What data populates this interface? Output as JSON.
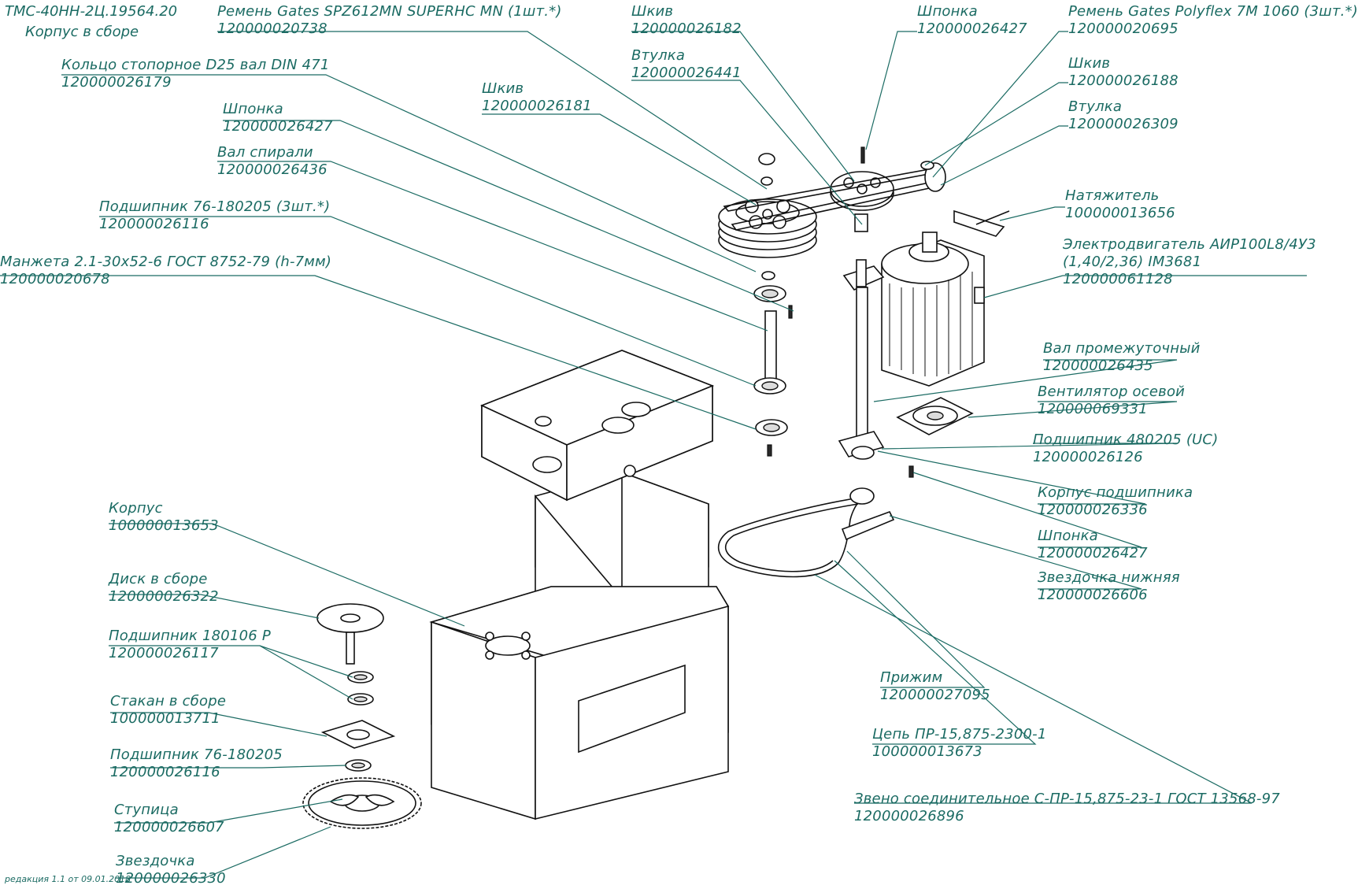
{
  "document": {
    "designation": "ТМС-40НН-2Ц.19564.20",
    "title": "Корпус в сборе",
    "revision": "редакция 1.1 от 09.01.2018"
  },
  "labels": [
    {
      "id": "belt-spz",
      "name": "Ремень Gates SPZ612MN SUPERHC MN (1шт.*)",
      "code": "120000020738"
    },
    {
      "id": "pulley-top",
      "name": "Шкив",
      "code": "120000026182"
    },
    {
      "id": "key-top",
      "name": "Шпонка",
      "code": "120000026427"
    },
    {
      "id": "belt-polyflex",
      "name": "Ремень Gates Polyflex 7M 1060 (3шт.*)",
      "code": "120000020695"
    },
    {
      "id": "retaining-ring",
      "name": "Кольцо стопорное D25 вал DIN 471",
      "code": "120000026179"
    },
    {
      "id": "bushing-top",
      "name": "Втулка",
      "code": "120000026441"
    },
    {
      "id": "pulley-motor",
      "name": "Шкив",
      "code": "120000026188"
    },
    {
      "id": "pulley-large",
      "name": "Шкив",
      "code": "120000026181"
    },
    {
      "id": "bushing-motor",
      "name": "Втулка",
      "code": "120000026309"
    },
    {
      "id": "key-left",
      "name": "Шпонка",
      "code": "120000026427"
    },
    {
      "id": "spiral-shaft",
      "name": "Вал спирали",
      "code": "120000026436"
    },
    {
      "id": "tensioner",
      "name": "Натяжитель",
      "code": "100000013656"
    },
    {
      "id": "bearing-3pcs",
      "name": "Подшипник 76-180205 (3шт.*)",
      "code": "120000026116"
    },
    {
      "id": "motor",
      "name": "Электродвигатель АИР100L8/4У3",
      "name2": "(1,40/2,36) IM3681",
      "code": "120000061128"
    },
    {
      "id": "seal",
      "name": "Манжета 2.1-30х52-6 ГОСТ 8752-79 (h-7мм)",
      "code": "120000020678"
    },
    {
      "id": "intermediate-shaft",
      "name": "Вал промежуточный",
      "code": "120000026435"
    },
    {
      "id": "fan",
      "name": "Вентилятор осевой",
      "code": "120000069331"
    },
    {
      "id": "bearing-480205",
      "name": "Подшипник 480205 (UC)",
      "code": "120000026126"
    },
    {
      "id": "housing",
      "name": "Корпус",
      "code": "100000013653"
    },
    {
      "id": "bearing-housing",
      "name": "Корпус подшипника",
      "code": "120000026336"
    },
    {
      "id": "key-lower",
      "name": "Шпонка",
      "code": "120000026427"
    },
    {
      "id": "disc-assembly",
      "name": "Диск в сборе",
      "code": "120000026322"
    },
    {
      "id": "sprocket-lower",
      "name": "Звездочка нижняя",
      "code": "120000026606"
    },
    {
      "id": "bearing-180106",
      "name": "Подшипник 180106 Р",
      "code": "120000026117"
    },
    {
      "id": "clamp",
      "name": "Прижим",
      "code": "120000027095"
    },
    {
      "id": "cup-assembly",
      "name": "Стакан в сборе",
      "code": "100000013711"
    },
    {
      "id": "chain",
      "name": "Цепь ПР-15,875-2300-1",
      "code": "100000013673"
    },
    {
      "id": "bearing-bottom",
      "name": "Подшипник 76-180205",
      "code": "120000026116"
    },
    {
      "id": "hub",
      "name": "Ступица",
      "code": "120000026607"
    },
    {
      "id": "connecting-link",
      "name": "Звено соединительное С-ПР-15,875-23-1 ГОСТ 13568-97",
      "code": "120000026896"
    },
    {
      "id": "sprocket",
      "name": "Звездочка",
      "code": "120000026330"
    }
  ]
}
